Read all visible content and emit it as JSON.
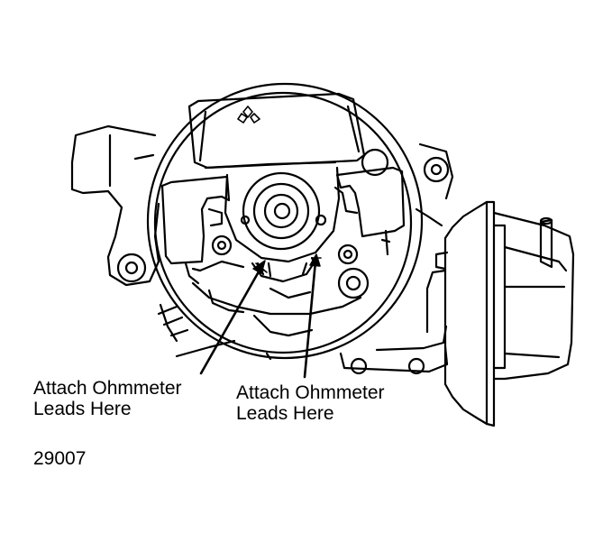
{
  "labels": {
    "left": {
      "line1": "Attach Ohmmeter",
      "line2": "Leads Here"
    },
    "right": {
      "line1": "Attach Ohmmeter",
      "line2": "Leads Here"
    }
  },
  "figure_number": "29007",
  "colors": {
    "ink": "#000000",
    "paper": "#ffffff"
  }
}
